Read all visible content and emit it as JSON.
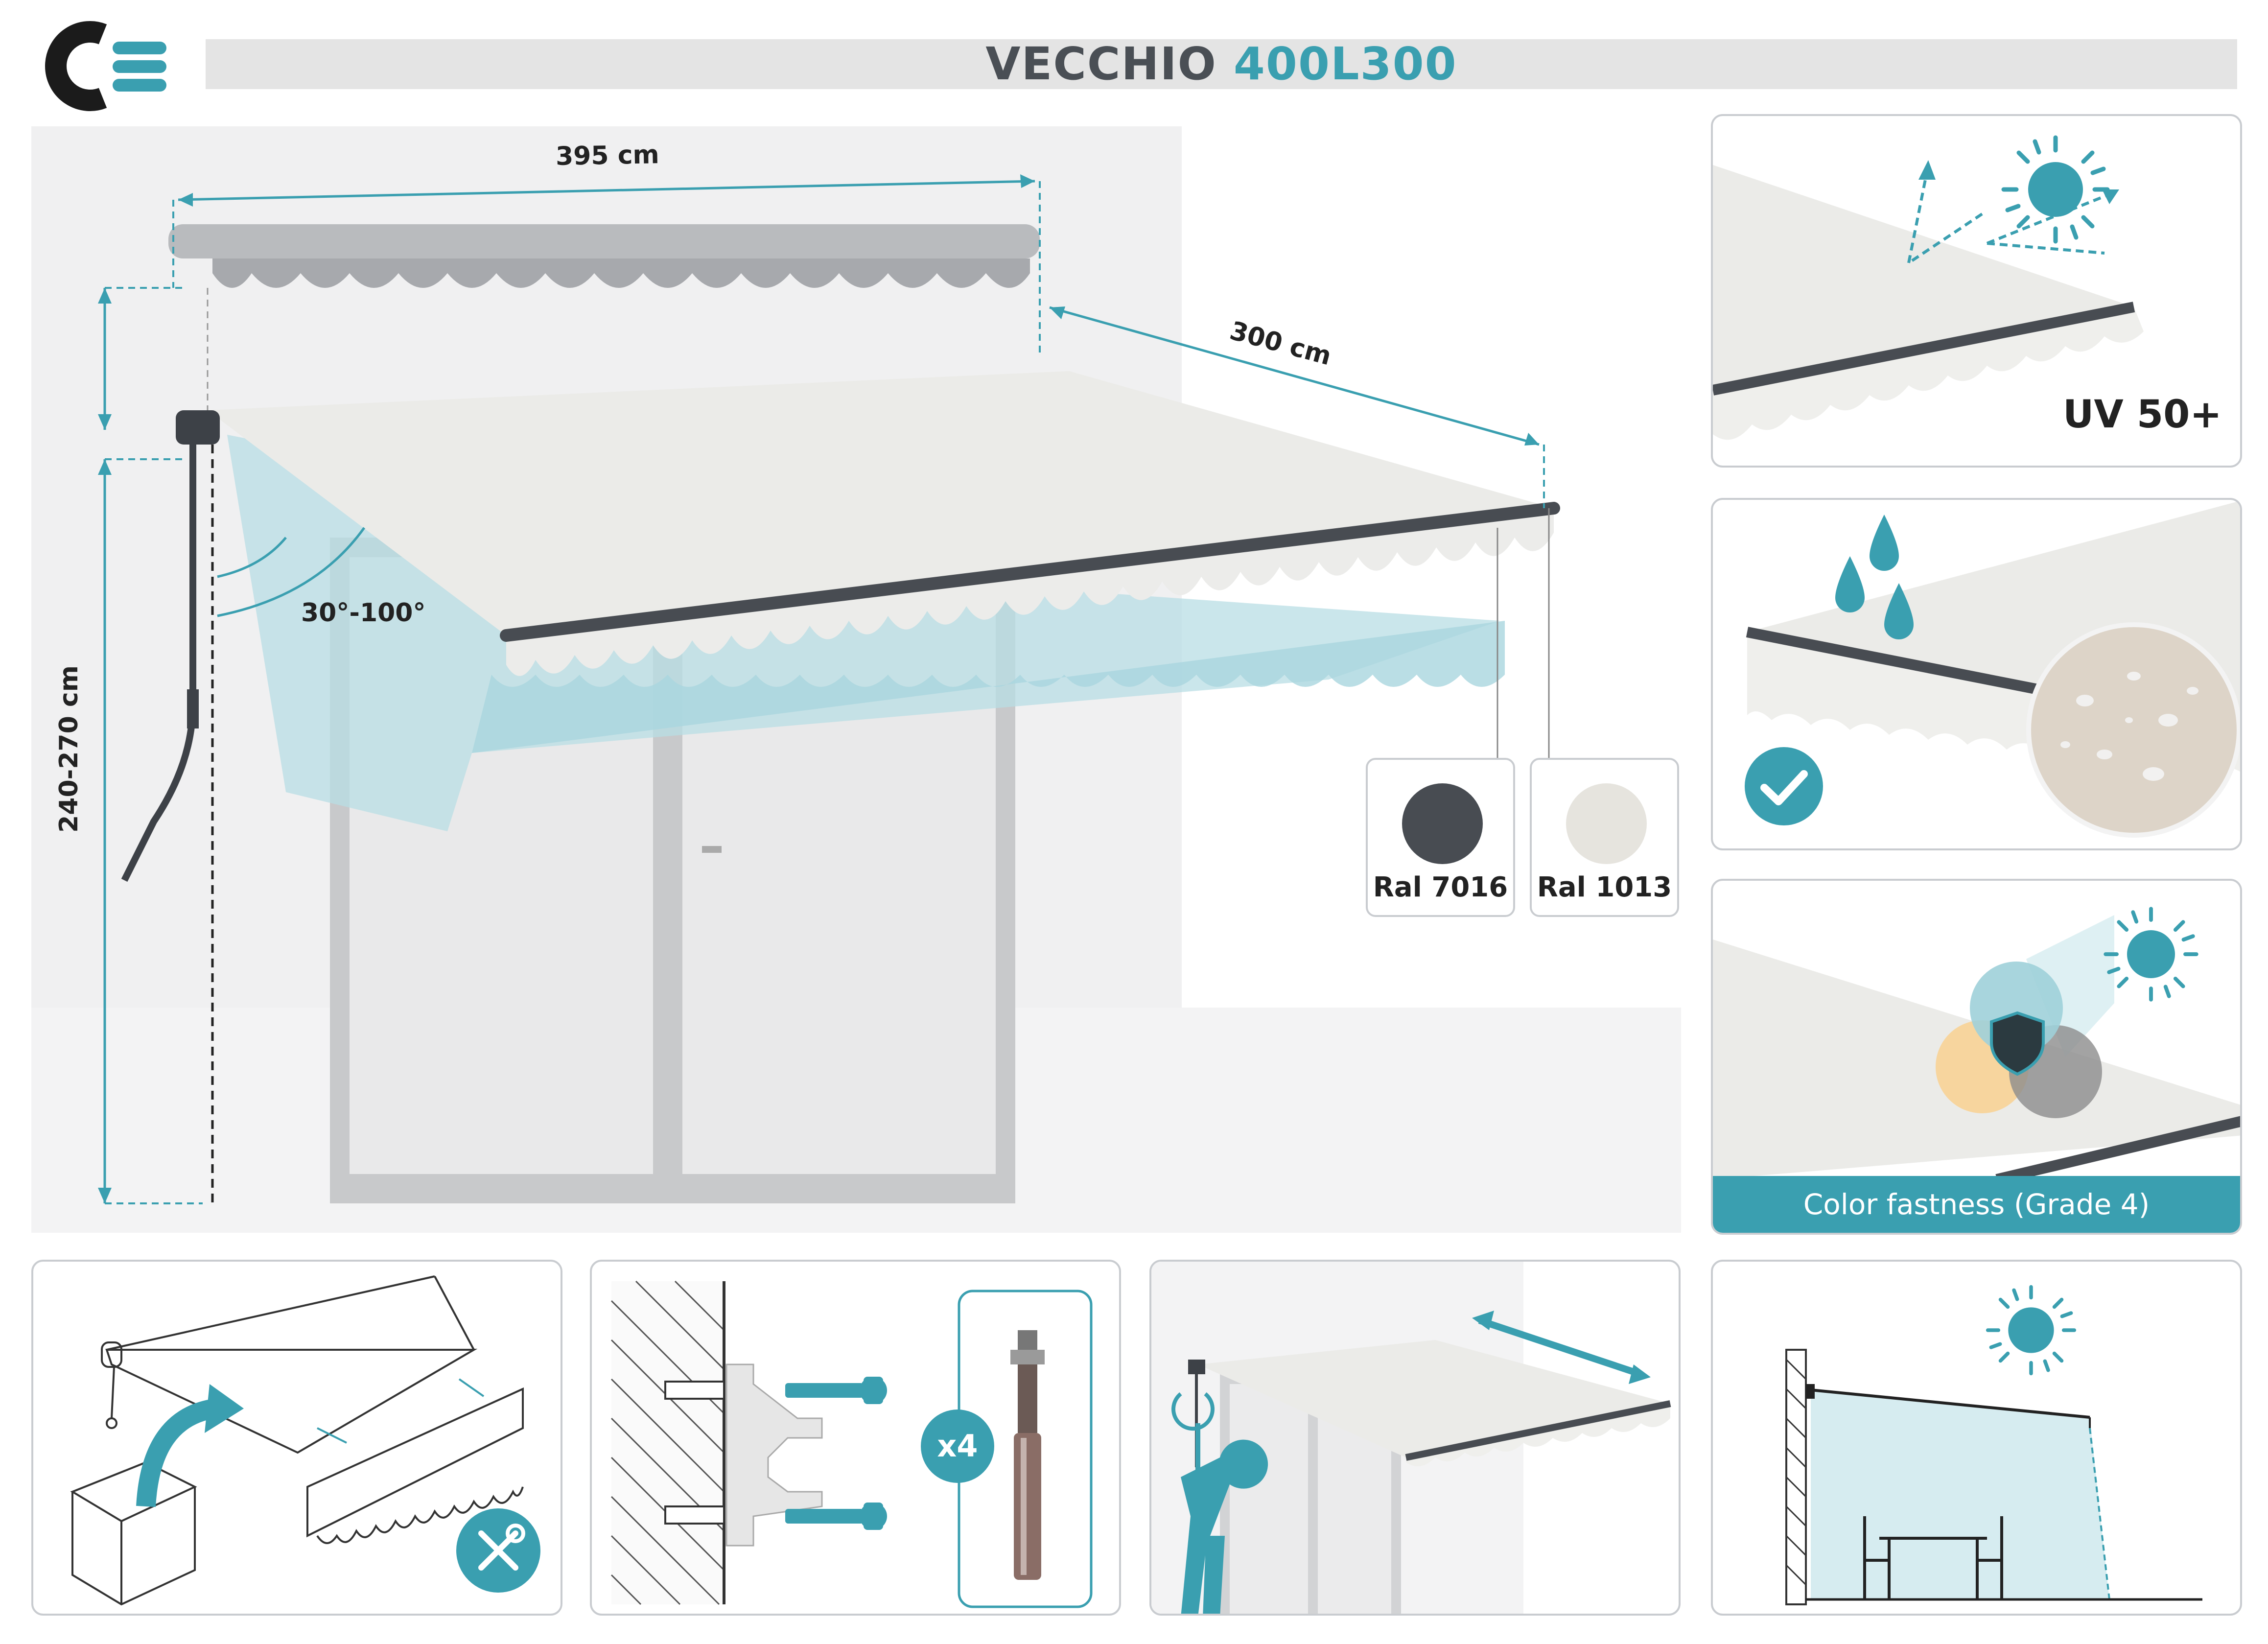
{
  "header": {
    "title_name": "VECCHIO",
    "title_model": "400L300"
  },
  "colors": {
    "accent": "#3a9fb0",
    "ral_7016": "#484c52",
    "ral_1013": "#e6e4de"
  },
  "dimensions": {
    "width": "395 cm",
    "projection": "300 cm",
    "height": "240-270 cm",
    "angle": "30°-100°"
  },
  "swatches": [
    {
      "label": "Ral 7016"
    },
    {
      "label": "Ral 1013"
    }
  ],
  "features": {
    "uv": "UV 50+",
    "color_fastness": "Color fastness (Grade 4)",
    "quantity": "x4"
  }
}
